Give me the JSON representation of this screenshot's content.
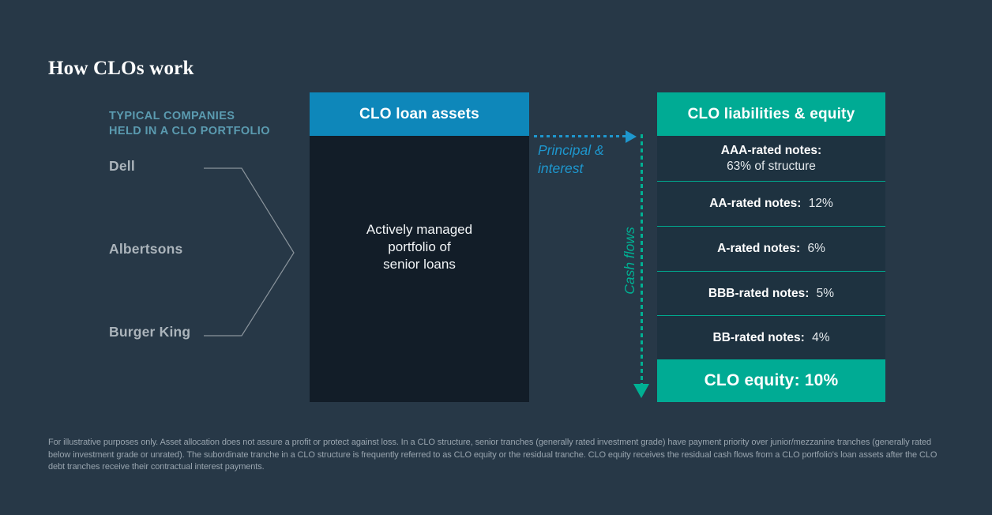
{
  "title": "How CLOs work",
  "portfolio": {
    "eyebrow": "TYPICAL COMPANIES\nHELD IN A CLO PORTFOLIO",
    "companies": [
      "Dell",
      "Albertsons",
      "Burger King"
    ]
  },
  "assets": {
    "header": "CLO loan assets",
    "body": "Actively managed\nportfolio of\nsenior loans"
  },
  "flows": {
    "principal_label": "Principal &\ninterest",
    "cash_label": "Cash flows"
  },
  "liabilities": {
    "header": "CLO liabilities & equity",
    "tranches": [
      {
        "label": "AAA-rated notes:",
        "value": "63% of structure"
      },
      {
        "label": "AA-rated notes:",
        "value": "12%"
      },
      {
        "label": "A-rated notes:",
        "value": "6%"
      },
      {
        "label": "BBB-rated notes:",
        "value": "5%"
      },
      {
        "label": "BB-rated notes:",
        "value": "4%"
      }
    ],
    "equity": "CLO equity: 10%"
  },
  "footnote": "For illustrative purposes only. Asset allocation does not assure a profit or protect against loss. In a CLO structure, senior tranches (generally rated investment grade) have payment priority over junior/mezzanine tranches (generally rated below investment grade or unrated). The subordinate tranche in a CLO structure is frequently referred to as CLO equity or the residual tranche. CLO equity receives the residual cash flows from a CLO portfolio's loan assets after the CLO debt tranches receive their contractual interest payments.",
  "colors": {
    "page_bg": "#273847",
    "asset_header_blue": "#0e87ba",
    "asset_body_dark": "#121d28",
    "liability_teal": "#00ab94",
    "tranche_row_dark": "#1e3240",
    "separator_teal": "#00a98e",
    "principal_blue": "#1e97ce",
    "cashflow_teal": "#00b093",
    "eyebrow_teal": "#5b9bb0",
    "company_gray": "#abb4bb",
    "bracket_gray": "#8a949c",
    "footnote_gray": "#98a4ae",
    "title_white": "#ffffff"
  }
}
